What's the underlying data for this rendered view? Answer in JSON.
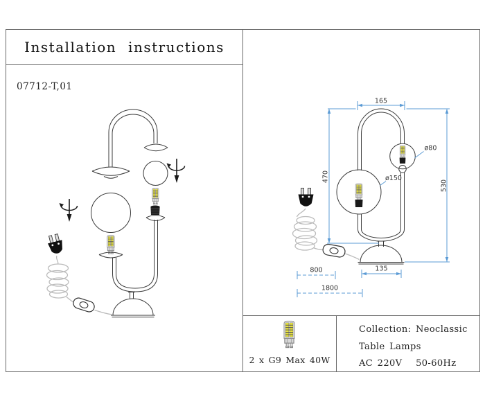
{
  "page": {
    "title": "Installation instructions",
    "model": "07712-T,01"
  },
  "right_drawing": {
    "dims": {
      "top_width": "165",
      "left_height": "470",
      "right_height": "530",
      "small_globe_diameter": "ø80",
      "large_globe_diameter": "ø150",
      "plug_to_switch": "800",
      "base_width": "135",
      "cord_length": "1800"
    }
  },
  "spec_panel": {
    "bulb_spec": "2 x G9 Max 40W",
    "collection": "Collection: Neoclassic",
    "category": "Table Lamps",
    "power": "AC 220V   50-60Hz"
  },
  "colors": {
    "dimension_blue": "#5b9bd5",
    "drawing_line": "#3a3a3a",
    "bulb_yellow": "#e9e43c",
    "border_gray": "#666666"
  }
}
